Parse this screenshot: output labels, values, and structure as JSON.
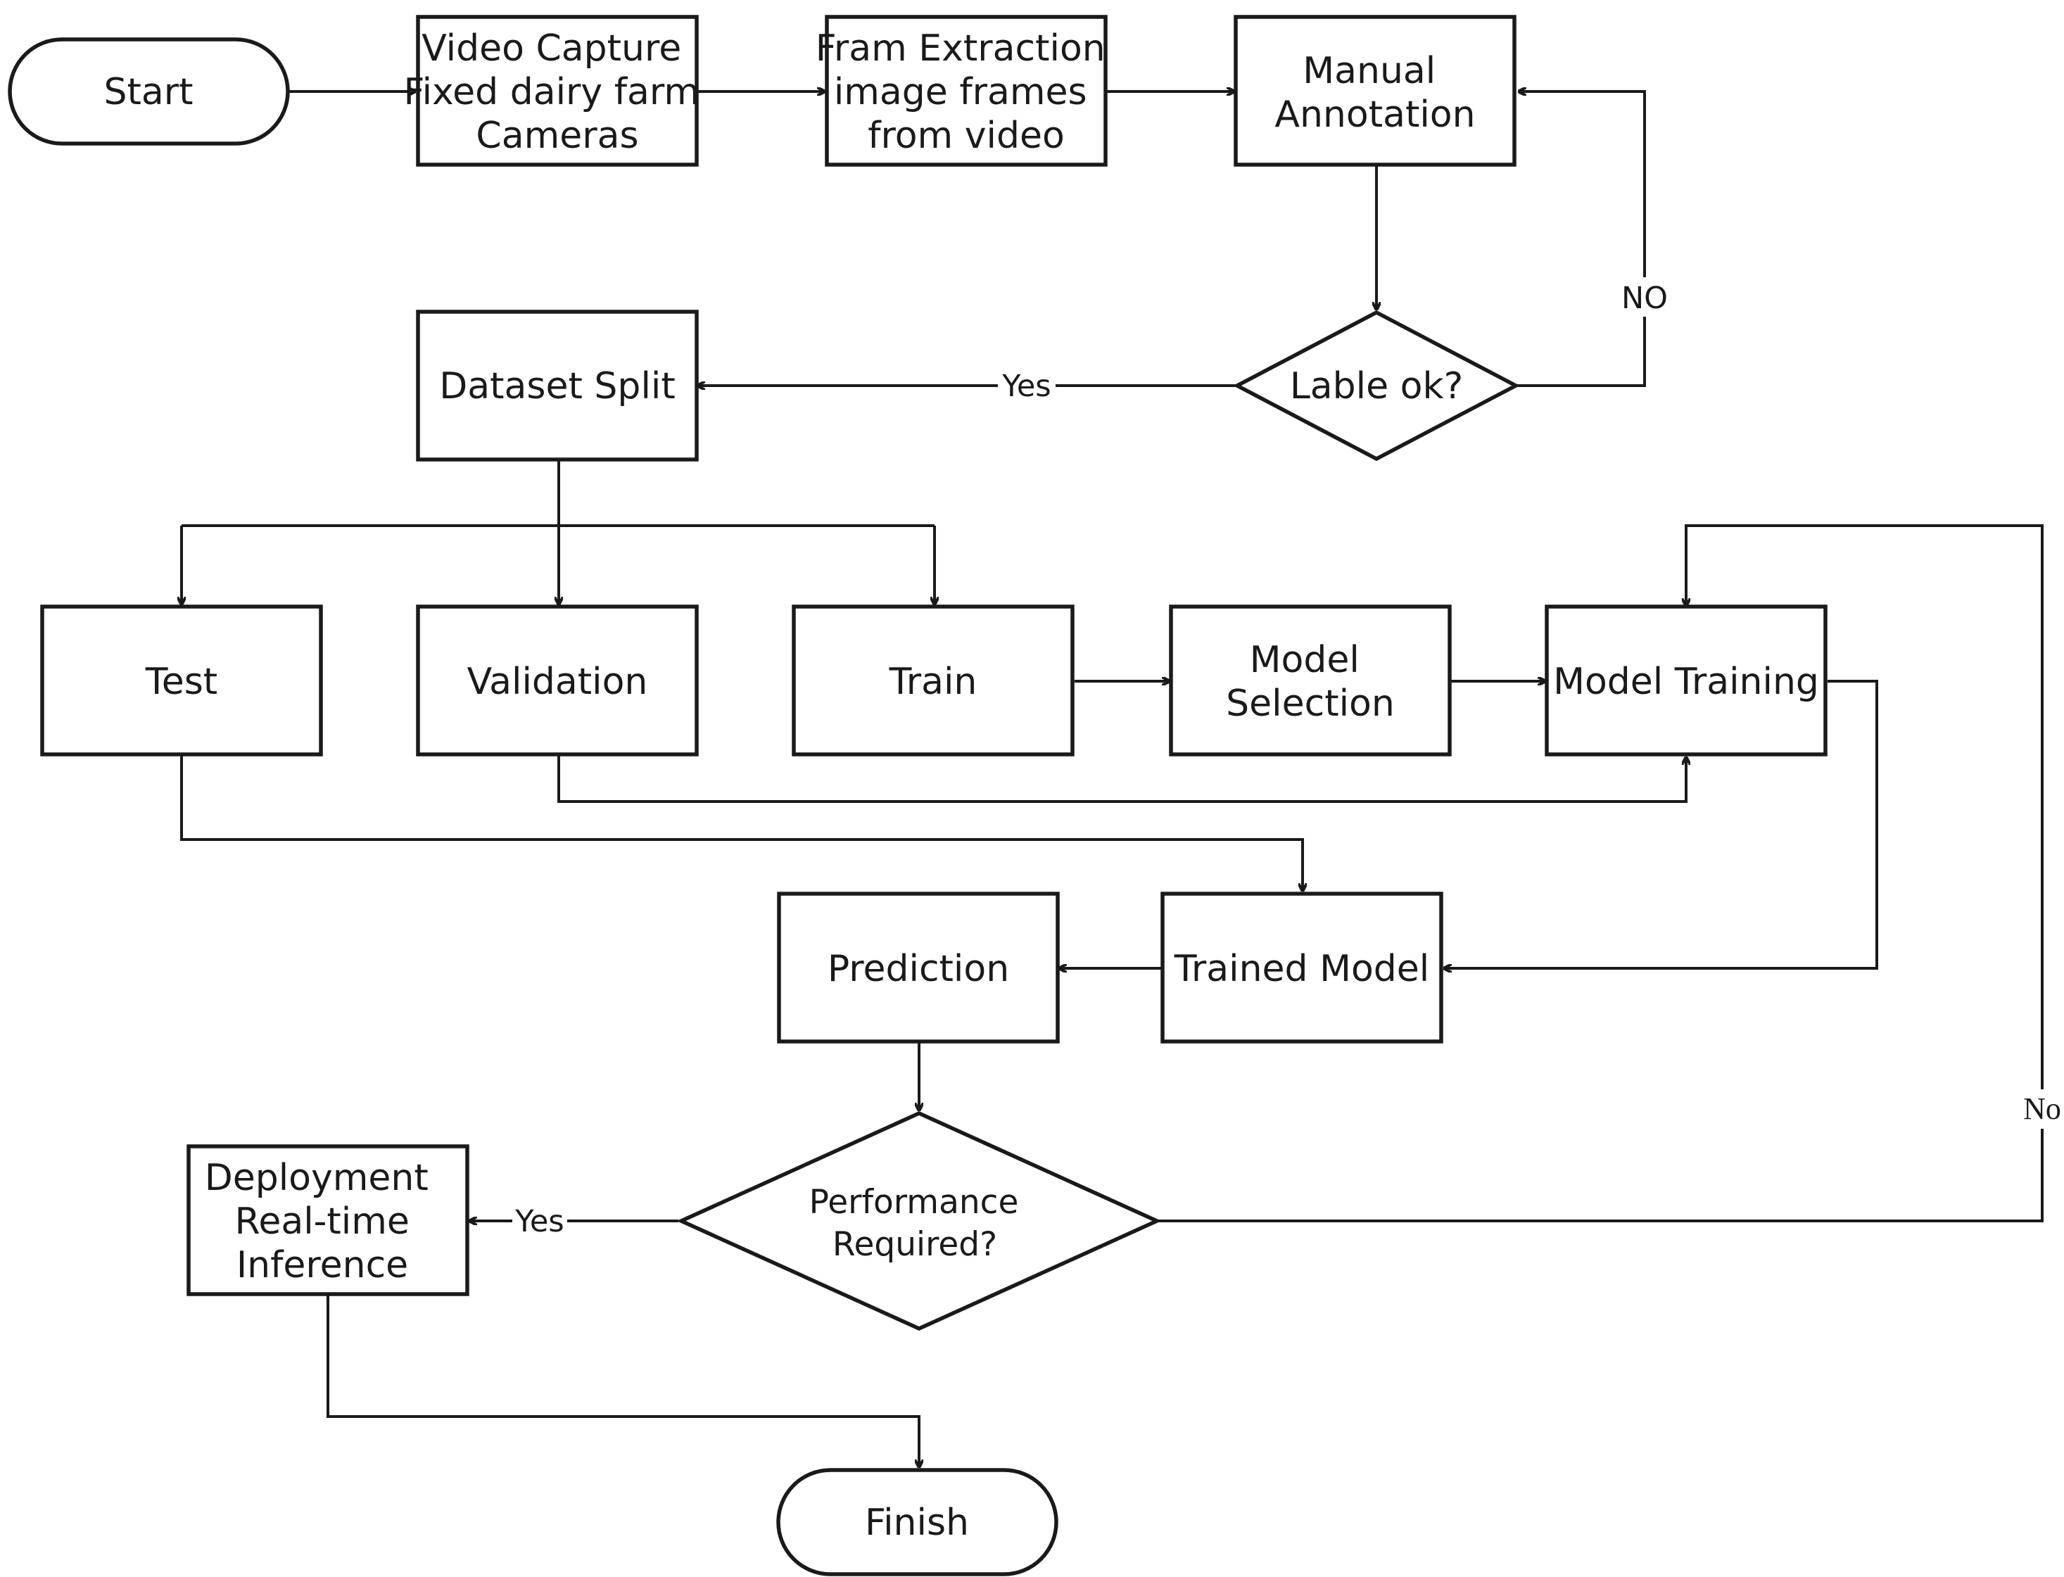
{
  "nodes": {
    "start": {
      "lines": [
        "Start"
      ]
    },
    "video_capture": {
      "lines": [
        "Video Capture",
        "Fixed dairy farm",
        "Cameras"
      ]
    },
    "frame_extraction": {
      "lines": [
        "Fram Extraction",
        "image frames",
        "from video"
      ]
    },
    "manual_annotation": {
      "lines": [
        "Manual",
        "Annotation"
      ]
    },
    "label_ok": {
      "lines": [
        "Lable ok?"
      ]
    },
    "dataset_split": {
      "lines": [
        "Dataset Split"
      ]
    },
    "test": {
      "lines": [
        "Test"
      ]
    },
    "validation": {
      "lines": [
        "Validation"
      ]
    },
    "train": {
      "lines": [
        "Train"
      ]
    },
    "model_selection": {
      "lines": [
        "Model",
        "Selection"
      ]
    },
    "model_training": {
      "lines": [
        "Model Training"
      ]
    },
    "trained_model": {
      "lines": [
        "Trained Model"
      ]
    },
    "prediction": {
      "lines": [
        "Prediction"
      ]
    },
    "performance_required": {
      "lines": [
        "Performance",
        "Required?"
      ]
    },
    "deployment": {
      "lines": [
        "Deployment",
        "Real-time",
        "Inference"
      ]
    },
    "finish": {
      "lines": [
        "Finish"
      ]
    }
  },
  "edge_labels": {
    "label_no": "NO",
    "label_yes": "Yes",
    "performance_yes": "Yes",
    "performance_no": "No"
  },
  "edges": [
    {
      "from": "start",
      "to": "video_capture"
    },
    {
      "from": "video_capture",
      "to": "frame_extraction"
    },
    {
      "from": "frame_extraction",
      "to": "manual_annotation"
    },
    {
      "from": "manual_annotation",
      "to": "label_ok"
    },
    {
      "from": "label_ok",
      "to": "manual_annotation",
      "label": "NO"
    },
    {
      "from": "label_ok",
      "to": "dataset_split",
      "label": "Yes"
    },
    {
      "from": "dataset_split",
      "to": "test"
    },
    {
      "from": "dataset_split",
      "to": "validation"
    },
    {
      "from": "dataset_split",
      "to": "train"
    },
    {
      "from": "train",
      "to": "model_selection"
    },
    {
      "from": "model_selection",
      "to": "model_training"
    },
    {
      "from": "validation",
      "to": "model_training"
    },
    {
      "from": "test",
      "to": "trained_model"
    },
    {
      "from": "model_training",
      "to": "trained_model"
    },
    {
      "from": "trained_model",
      "to": "prediction"
    },
    {
      "from": "prediction",
      "to": "performance_required"
    },
    {
      "from": "performance_required",
      "to": "deployment",
      "label": "Yes"
    },
    {
      "from": "performance_required",
      "to": "model_training",
      "label": "No"
    },
    {
      "from": "deployment",
      "to": "finish"
    }
  ]
}
